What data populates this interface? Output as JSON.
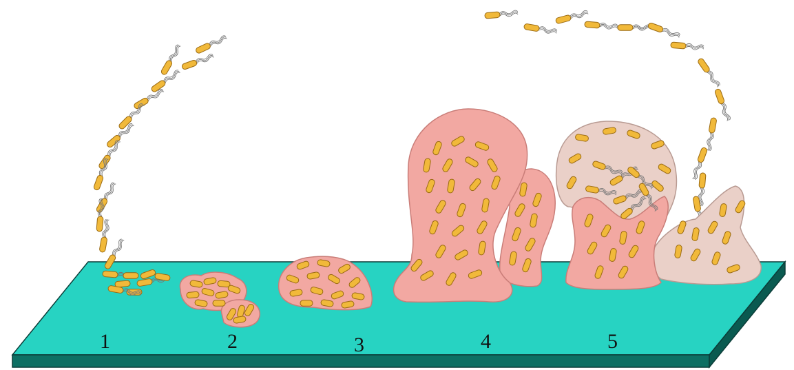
{
  "stages": [
    {
      "label": "1"
    },
    {
      "label": "2"
    },
    {
      "label": "3"
    },
    {
      "label": "4"
    },
    {
      "label": "5"
    }
  ],
  "colors": {
    "surface_top": "#27d3c2",
    "surface_front": "#0d6f63",
    "surface_outline": "#0b3d38",
    "bacterium_fill": "#f1b93a",
    "bacterium_outline": "#9a6a12",
    "matrix_fill": "#f2a8a2",
    "matrix_outline": "#c97d78",
    "matrix_faded_fill": "#ead0c8",
    "flagella": "#777777"
  },
  "icons": [
    "rod-bacterium-icon",
    "flagellated-bacterium-icon",
    "biofilm-matrix-icon"
  ]
}
